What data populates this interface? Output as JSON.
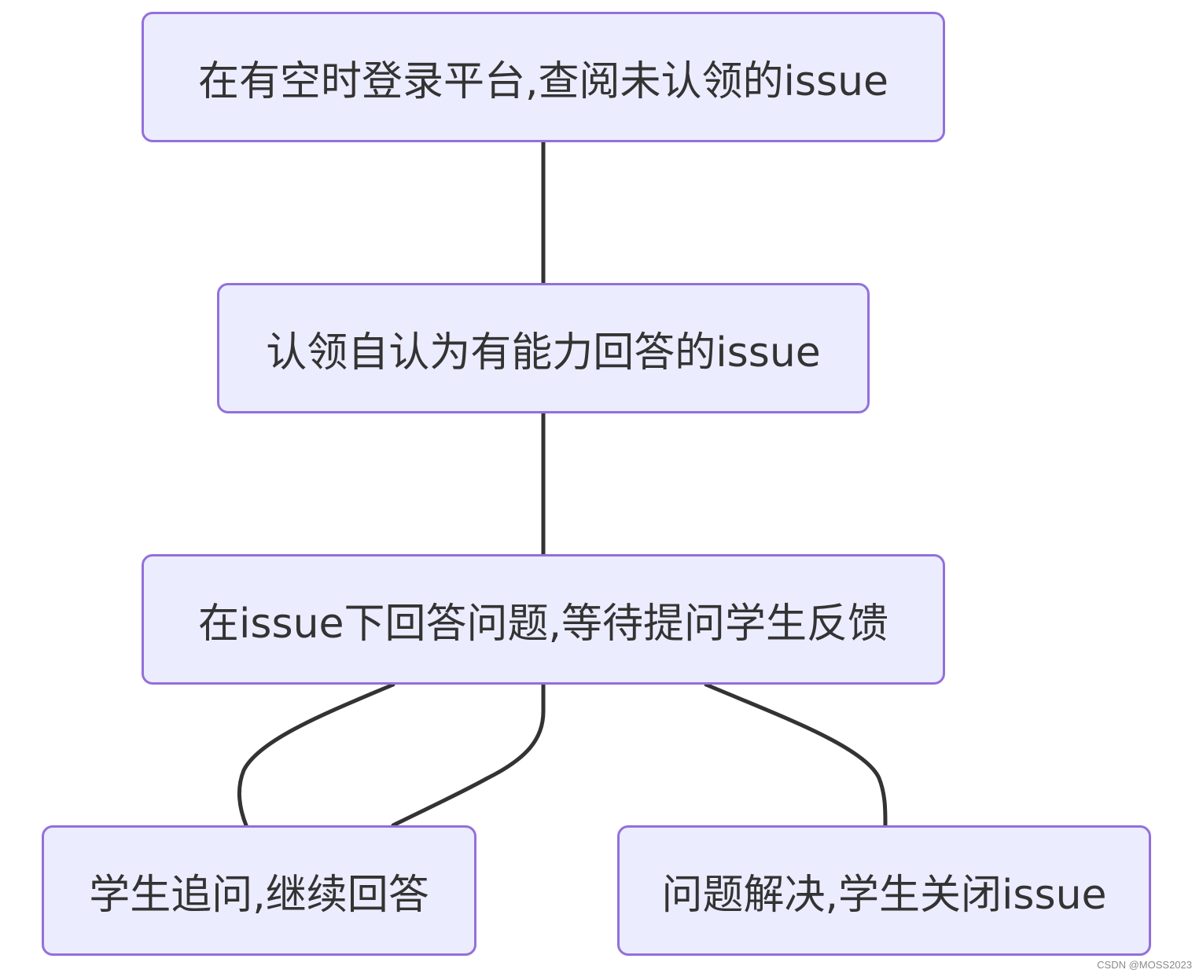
{
  "nodes": {
    "n1": "在有空时登录平台,查阅未认领的issue",
    "n2": "认领自认为有能力回答的issue",
    "n3": "在issue下回答问题,等待提问学生反馈",
    "n4": "学生追问,继续回答",
    "n5": "问题解决,学生关闭issue"
  },
  "watermark": "CSDN @MOSS2023",
  "colors": {
    "node_fill": "#ececff",
    "node_border": "#9370db",
    "edge": "#333333",
    "text": "#333333"
  }
}
